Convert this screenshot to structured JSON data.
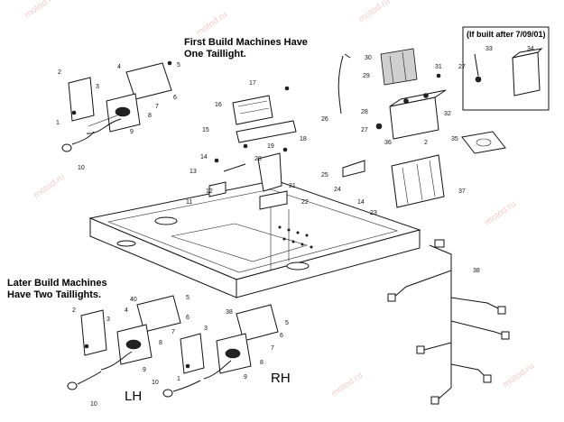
{
  "notes": {
    "first_build": [
      "First Build Machines Have",
      "One Taillight."
    ],
    "later_build": [
      "Later Build Machines",
      "Have Two Taillights."
    ],
    "inset_title": "(If built after 7/09/01)"
  },
  "side_labels": {
    "left": "LH",
    "right": "RH"
  },
  "watermark": "motod.ru",
  "callouts": {
    "first_taillight": [
      "1",
      "2",
      "3",
      "4",
      "5",
      "6",
      "7",
      "8",
      "9",
      "10"
    ],
    "later_lh": [
      "2",
      "3",
      "4",
      "5",
      "6",
      "7",
      "8",
      "9",
      "10",
      "40"
    ],
    "later_rh": [
      "1",
      "3",
      "5",
      "6",
      "7",
      "8",
      "9",
      "10",
      "38"
    ],
    "center": [
      "11",
      "12",
      "13",
      "14",
      "15",
      "16",
      "17",
      "18",
      "19",
      "20",
      "21",
      "22"
    ],
    "battery": [
      "2",
      "14",
      "23",
      "24",
      "25",
      "26",
      "27",
      "28",
      "29",
      "30",
      "31",
      "32",
      "35",
      "36",
      "37",
      "38"
    ],
    "inset": [
      "27",
      "33",
      "34"
    ]
  }
}
